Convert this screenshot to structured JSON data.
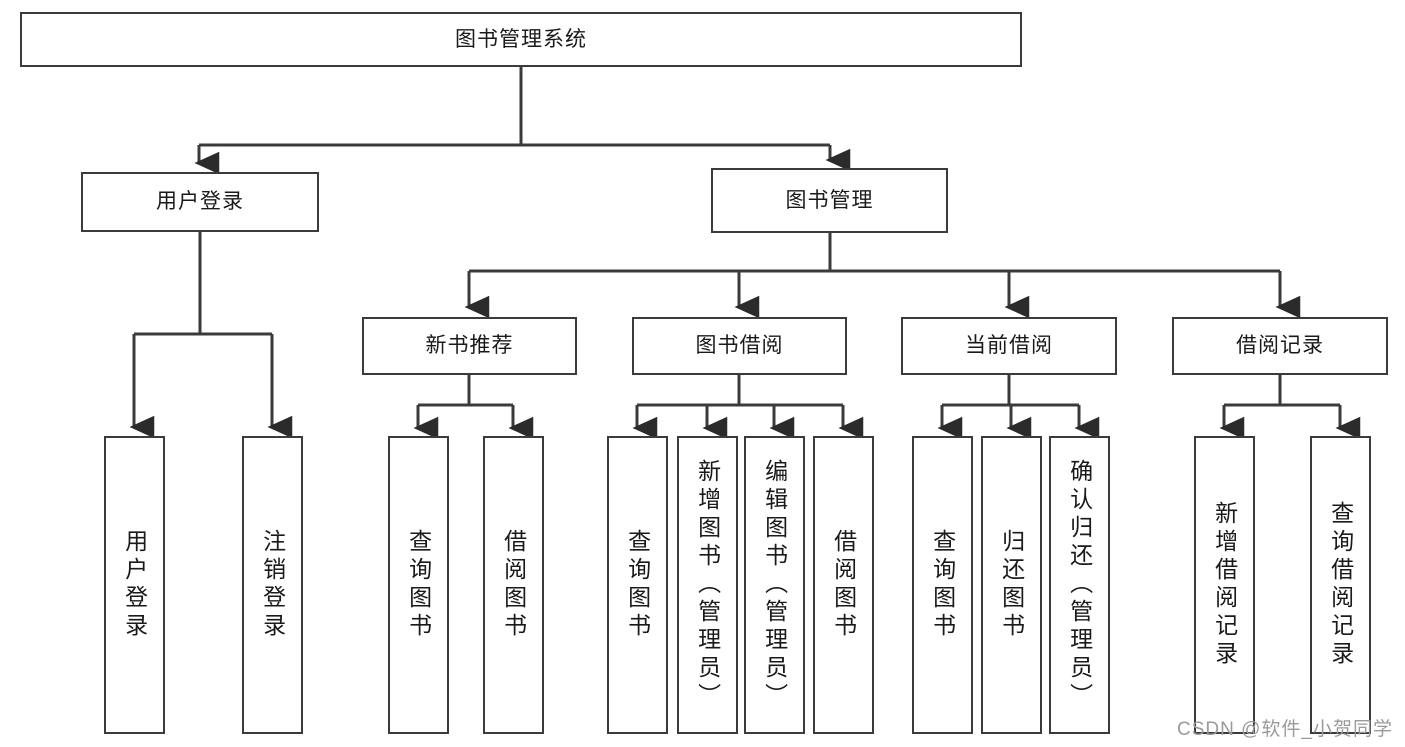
{
  "diagram": {
    "title": "图书管理系统",
    "type": "tree-hierarchy",
    "root": {
      "id": "root",
      "label": "图书管理系统"
    },
    "level1": [
      {
        "id": "user-login",
        "label": "用户登录"
      },
      {
        "id": "book-manage",
        "label": "图书管理"
      }
    ],
    "level2": [
      {
        "id": "new-book-recommend",
        "label": "新书推荐",
        "parent": "book-manage"
      },
      {
        "id": "book-borrow",
        "label": "图书借阅",
        "parent": "book-manage"
      },
      {
        "id": "current-borrow",
        "label": "当前借阅",
        "parent": "book-manage"
      },
      {
        "id": "borrow-record",
        "label": "借阅记录",
        "parent": "book-manage"
      }
    ],
    "leaves": [
      {
        "id": "leaf-user-login",
        "label": "用户登录",
        "parent": "user-login"
      },
      {
        "id": "leaf-logout-login",
        "label": "注销登录",
        "parent": "user-login"
      },
      {
        "id": "leaf-query-book-1",
        "label": "查询图书",
        "parent": "new-book-recommend"
      },
      {
        "id": "leaf-borrow-book-1",
        "label": "借阅图书",
        "parent": "new-book-recommend"
      },
      {
        "id": "leaf-query-book-2",
        "label": "查询图书",
        "parent": "book-borrow"
      },
      {
        "id": "leaf-add-book",
        "label": "新增图书（管理员）",
        "parent": "book-borrow"
      },
      {
        "id": "leaf-edit-book",
        "label": "编辑图书（管理员）",
        "parent": "book-borrow"
      },
      {
        "id": "leaf-borrow-book-2",
        "label": "借阅图书",
        "parent": "book-borrow"
      },
      {
        "id": "leaf-query-book-3",
        "label": "查询图书",
        "parent": "current-borrow"
      },
      {
        "id": "leaf-return-book",
        "label": "归还图书",
        "parent": "current-borrow"
      },
      {
        "id": "leaf-confirm-return",
        "label": "确认归还（管理员）",
        "parent": "current-borrow"
      },
      {
        "id": "leaf-add-record",
        "label": "新增借阅记录",
        "parent": "borrow-record"
      },
      {
        "id": "leaf-query-record",
        "label": "查询借阅记录",
        "parent": "borrow-record"
      }
    ]
  },
  "watermark": {
    "text": "CSDN @软件_小贺同学"
  },
  "colors": {
    "stroke": "#3b3b3b",
    "fill": "#ffffff",
    "text": "#1a1a1a",
    "watermark": "#9a9a9a"
  }
}
